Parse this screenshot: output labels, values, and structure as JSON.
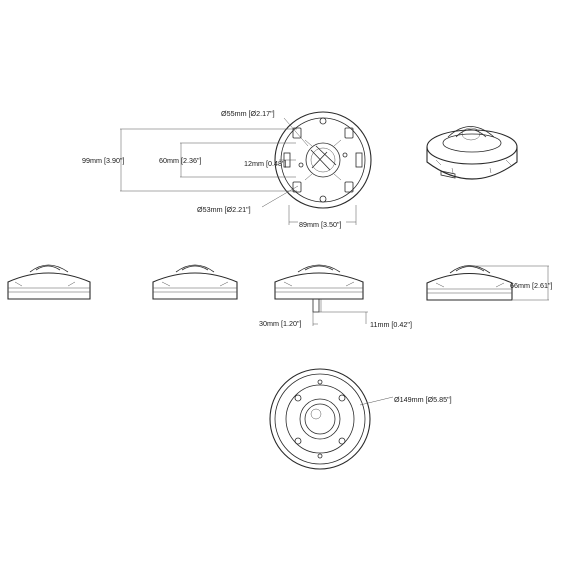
{
  "dimensions": {
    "inner_hole_diameter": "Ø55mm [Ø2.17\"]",
    "mount_hole_spacing_vertical_outer": "99mm [3.90\"]",
    "mount_hole_spacing_vertical_inner": "60mm [2.36\"]",
    "slot_spacing": "12mm [0.48\"]",
    "bolt_circle_diameter": "Ø53mm [Ø2.21\"]",
    "mount_hole_spacing_horizontal": "89mm [3.50\"]",
    "height": "66mm [2.61\"]",
    "cable_entry_height": "30mm [1.20\"]",
    "cable_entry_width": "11mm [0.42\"]",
    "outer_diameter": "Ø149mm [Ø5.85\"]"
  },
  "colors": {
    "line": "#2a2a2a",
    "background": "#ffffff"
  }
}
